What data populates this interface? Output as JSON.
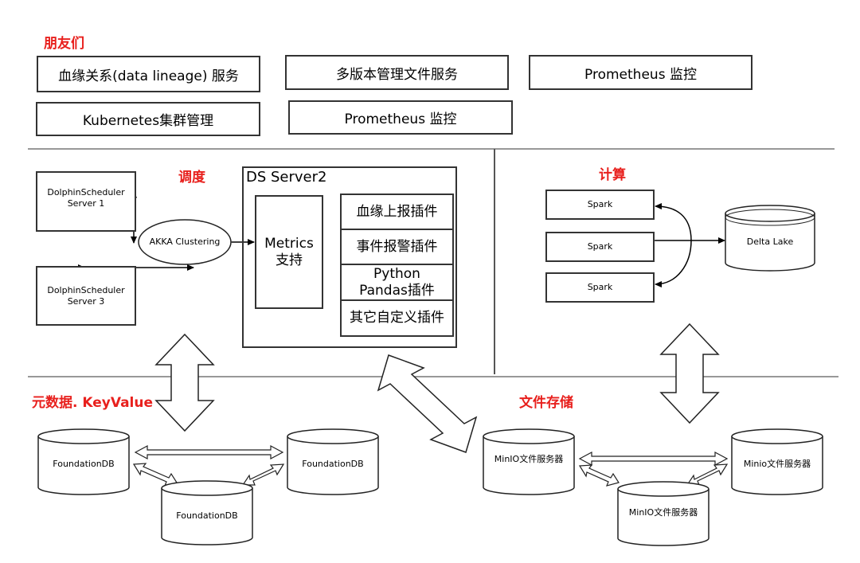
{
  "sections": {
    "friends": "朋友们",
    "scheduling": "调度",
    "compute": "计算",
    "metadata": "元数据. KeyValue",
    "file_storage": "文件存储"
  },
  "friends_boxes": [
    "血缘关系(data lineage) 服务",
    "多版本管理文件服务",
    "Prometheus 监控",
    "Kubernetes集群管理",
    "Prometheus 监控"
  ],
  "scheduler": {
    "server1": "DolphinScheduler Server 1",
    "server3": "DolphinScheduler Server 3",
    "akka": "AKKA Clustering",
    "ds_server2_title": "DS Server2",
    "metrics": "Metrics 支持",
    "plugins": [
      "血缘上报插件",
      "事件报警插件",
      "Python Pandas插件",
      "其它自定义插件"
    ]
  },
  "compute": {
    "spark": [
      "Spark",
      "Spark",
      "Spark"
    ],
    "delta_lake": "Delta Lake"
  },
  "metadata": {
    "nodes": [
      "FoundationDB",
      "FoundationDB",
      "FoundationDB"
    ]
  },
  "storage": {
    "nodes": [
      "MinIO文件服务器",
      "Minio文件服务器",
      "MinIO文件服务器"
    ]
  }
}
